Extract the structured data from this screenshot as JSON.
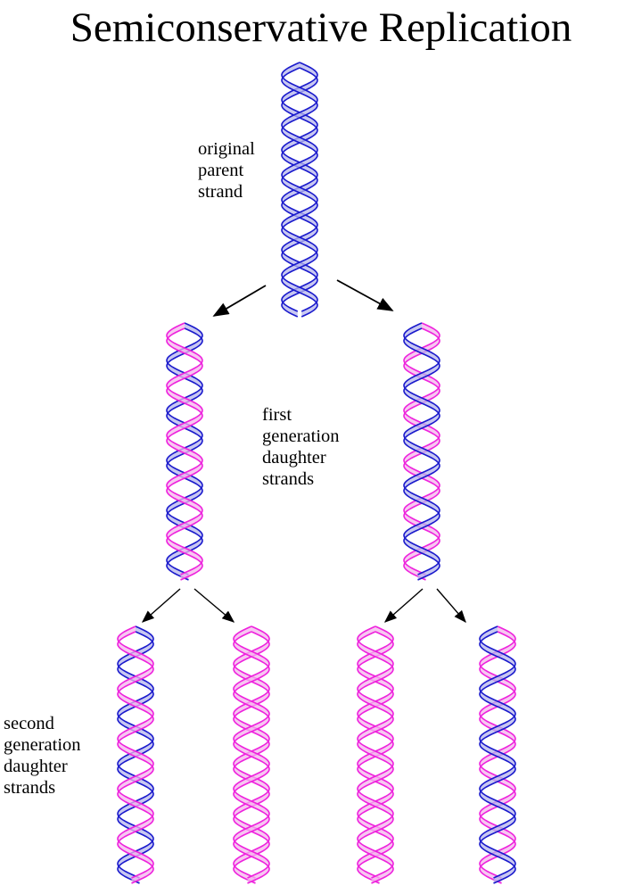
{
  "title": "Semiconservative Replication",
  "labels": {
    "parent": [
      "original",
      "parent",
      "strand"
    ],
    "first_generation": [
      "first",
      "generation",
      "daughter",
      "strands"
    ],
    "second_generation": [
      "second",
      "generation",
      "daughter",
      "strands"
    ]
  },
  "colors": {
    "parent_strand": "#1a1acc",
    "parent_fill": "#b6b6ec",
    "new_strand": "#ee22dd",
    "new_fill": "#f4b4ec",
    "arrow": "#000000",
    "background": "#ffffff"
  },
  "helices": [
    {
      "id": "parent",
      "strands": [
        "parent",
        "parent"
      ]
    },
    {
      "id": "first-left",
      "strands": [
        "parent",
        "new"
      ]
    },
    {
      "id": "first-right",
      "strands": [
        "new",
        "parent"
      ]
    },
    {
      "id": "second-1",
      "strands": [
        "parent",
        "new"
      ]
    },
    {
      "id": "second-2",
      "strands": [
        "new",
        "new"
      ]
    },
    {
      "id": "second-3",
      "strands": [
        "new",
        "new"
      ]
    },
    {
      "id": "second-4",
      "strands": [
        "new",
        "parent"
      ]
    }
  ]
}
